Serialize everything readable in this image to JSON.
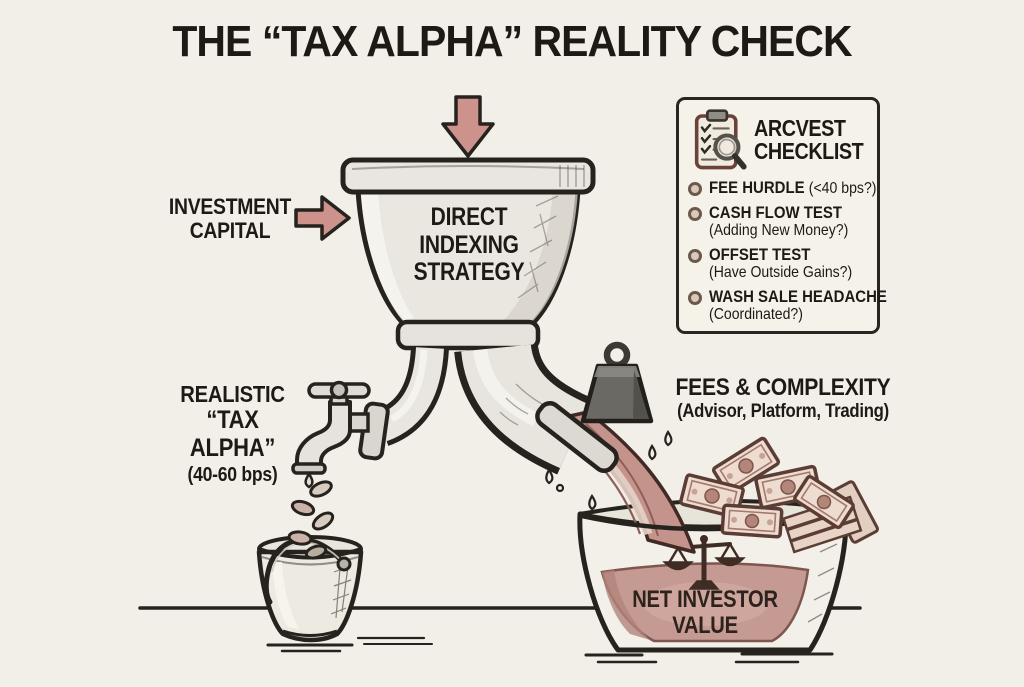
{
  "title": "THE “TAX ALPHA” REALITY CHECK",
  "investment_capital": {
    "line1": "INVESTMENT",
    "line2": "CAPITAL"
  },
  "funnel": {
    "line1": "DIRECT INDEXING",
    "line2": "STRATEGY"
  },
  "tax_alpha": {
    "line1": "REALISTIC",
    "line2": "“TAX ALPHA”",
    "line3": "(40-60 bps)"
  },
  "fees": {
    "line1": "FEES & COMPLEXITY",
    "line2": "(Advisor, Platform, Trading)"
  },
  "basin": {
    "line1": "NET INVESTOR",
    "line2": "VALUE"
  },
  "checklist": {
    "title_line1": "ARCVEST",
    "title_line2": "CHECKLIST",
    "items": [
      {
        "label": "FEE HURDLE",
        "detail": "(<40 bps?)"
      },
      {
        "label": "CASH FLOW TEST",
        "detail": "(Adding New Money?)"
      },
      {
        "label": "OFFSET TEST",
        "detail": "(Have Outside Gains?)"
      },
      {
        "label": "WASH SALE HEADACHE",
        "detail": "(Coordinated?)"
      }
    ]
  },
  "icons": {
    "checklist_icon": "clipboard-with-magnifier",
    "input_flow": "arrow-down",
    "capital_flow": "arrow-right",
    "drain_weight": "weight",
    "value_symbol": "balance-scale"
  },
  "colors": {
    "background": "#f2efe8",
    "ink": "#1d1a16",
    "accent_rose": "#cd928c",
    "liquid_rose": "#c49a92",
    "metal_light": "#e9e6df",
    "bill_fill": "#eddccf",
    "bill_border": "#5c3d35"
  }
}
